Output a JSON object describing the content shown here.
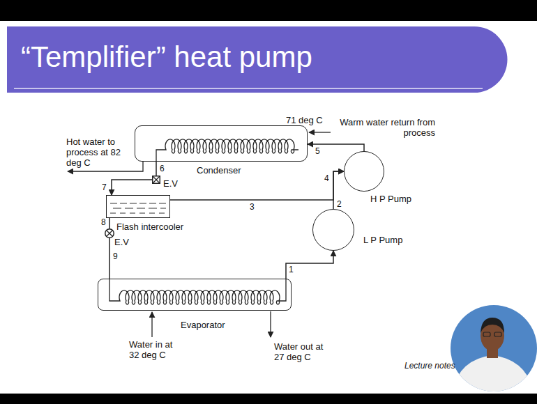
{
  "diagram": {
    "title": "“Templifier” heat pump",
    "nodes": [
      {
        "text": [
          "Condenser"
        ]
      },
      {
        "text": [
          "E.V"
        ]
      },
      {
        "text": [
          "Flash intercooler"
        ]
      },
      {
        "text": [
          "E.V"
        ]
      },
      {
        "text": [
          "Evaporator"
        ]
      },
      {
        "text": [
          "H P Pump"
        ]
      },
      {
        "text": [
          "L P Pump"
        ]
      }
    ],
    "edges": [
      {
        "from": 0,
        "to": 1,
        "arrow": "none",
        "label": "6"
      },
      {
        "from": 1,
        "to": 2,
        "arrow": "to",
        "label": "7"
      },
      {
        "from": 2,
        "to": 3,
        "arrow": "none",
        "label": "8"
      },
      {
        "from": 3,
        "to": 4,
        "arrow": "none",
        "label": "9"
      },
      {
        "from": 4,
        "to": 6,
        "arrow": "to",
        "label": "1"
      },
      {
        "from": 6,
        "to": 5,
        "arrow": "to",
        "label": "2"
      },
      {
        "from": 2,
        "to": 5,
        "arrow": "to",
        "label": "3"
      },
      {
        "from": 5,
        "to": 0,
        "arrow": "to",
        "label": "5"
      }
    ],
    "labels": [
      "71 deg C",
      "Warm water return from process",
      "Hot water to process at 82 deg C",
      "4",
      "Water in at 32 deg C",
      "Water out at 27 deg C",
      "Lecture notes"
    ]
  }
}
